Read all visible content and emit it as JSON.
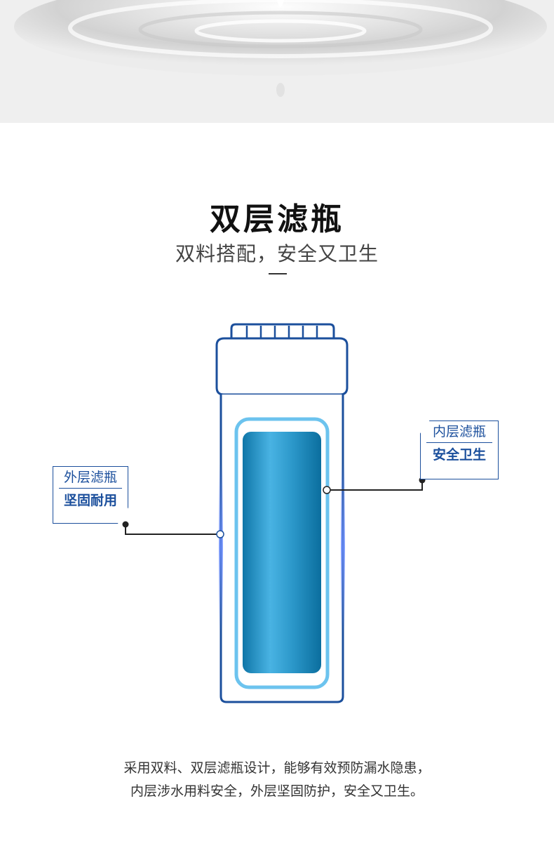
{
  "heading": {
    "title": "双层滤瓶",
    "subtitle": "双料搭配，安全又卫生"
  },
  "callouts": {
    "outer": {
      "label": "外层滤瓶",
      "tagline": "坚固耐用"
    },
    "inner": {
      "label": "内层滤瓶",
      "tagline": "安全卫生"
    }
  },
  "description": {
    "line1": "采用双料、双层滤瓶设计，能够有效预防漏水隐患，",
    "line2": "内层涉水用料安全，外层坚固防护，安全又卫生。"
  },
  "colors": {
    "brand_blue": "#1b4f9c",
    "inner_light_blue": "#6cc3ee",
    "core_blue": "#1f8cbf"
  }
}
